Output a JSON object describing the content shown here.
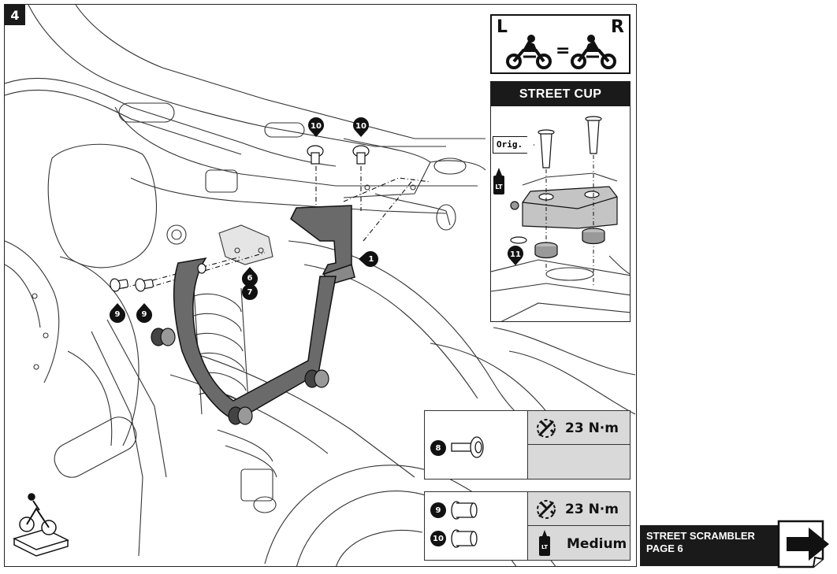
{
  "step": {
    "number": "4"
  },
  "symmetry": {
    "left_label": "L",
    "right_label": "R",
    "equals": "="
  },
  "street_cup": {
    "title": "STREET CUP",
    "orig_label": "Orig.",
    "lt_label": "LT",
    "marker": "11"
  },
  "callouts": {
    "bracket": "1",
    "bolt_a": "10",
    "bolt_b": "10",
    "part_6": "6",
    "part_7": "7",
    "bolt_c": "9",
    "bolt_d": "9"
  },
  "torque_table_1": {
    "part": "8",
    "torque": "23 N·m"
  },
  "torque_table_2": {
    "part_a": "9",
    "part_b": "10",
    "torque": "23 N·m",
    "threadlock_label": "LT",
    "threadlock_strength": "Medium"
  },
  "footer": {
    "line1": "STREET SCRAMBLER",
    "line2": "PAGE 6"
  },
  "colors": {
    "bracket_fill": "#666666",
    "table_shade": "#d9d9d9",
    "header_bg": "#1a1a1a"
  },
  "icons": [
    "torque-wrench-icon",
    "threadlock-bottle-icon",
    "motorcycle-icon",
    "next-page-arrow-icon",
    "page-corner-icon"
  ]
}
